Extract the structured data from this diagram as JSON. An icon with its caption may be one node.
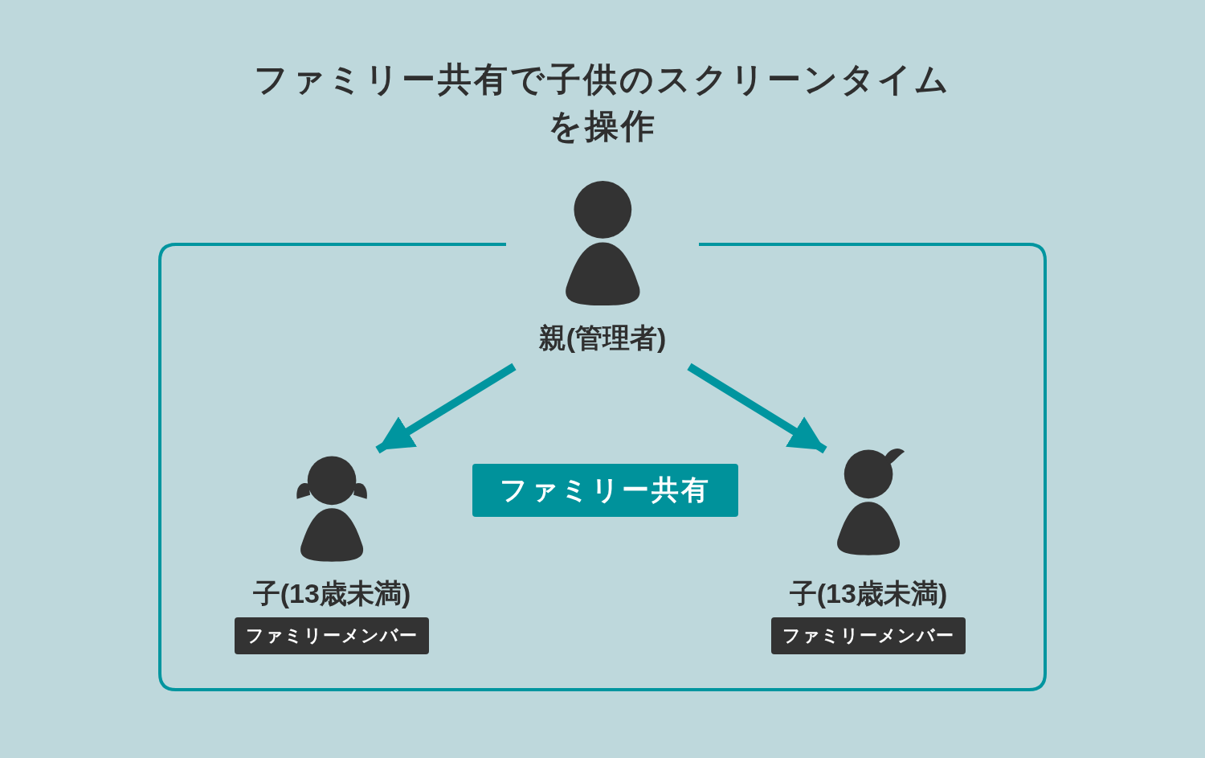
{
  "diagram": {
    "title": "ファミリー共有で子供のスクリーンタイムを操作",
    "nodes": [
      {
        "text": [
          "ファミリー共有"
        ]
      },
      {
        "text": [
          "親(管理者)"
        ],
        "in": 0
      },
      {
        "text": [
          "子(13歳未満)",
          "ファミリーメンバー"
        ],
        "in": 0
      },
      {
        "text": [
          "子(13歳未満)",
          "ファミリーメンバー"
        ],
        "in": 0
      }
    ],
    "edges": [
      {
        "from": 1,
        "to": 2,
        "arrow": "to"
      },
      {
        "from": 1,
        "to": 3,
        "arrow": "to"
      }
    ]
  }
}
